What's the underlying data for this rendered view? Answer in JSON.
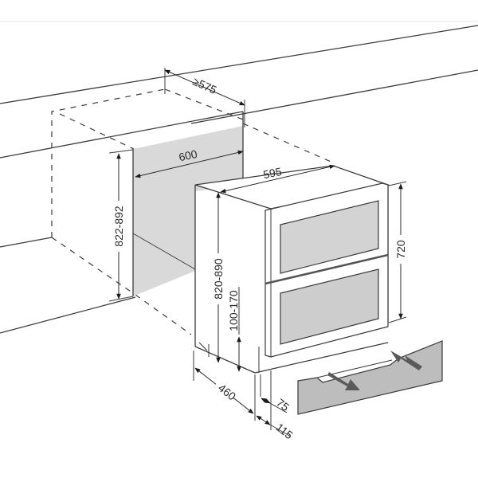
{
  "diagram": {
    "type": "built-in appliance installation dimension drawing",
    "units": "mm",
    "colors": {
      "line": "#3a3a3a",
      "niche_fill": "#d9d9d9",
      "glass_fill": "#cfcfcf",
      "plinth_fill": "#bdbdbd",
      "arrow_fill": "#5a5a5a",
      "background": "#ffffff"
    },
    "dimensions": {
      "niche_depth": "≥575",
      "niche_width": "600",
      "niche_height": "822-892",
      "appliance_width": "595",
      "appliance_height": "720",
      "overall_height": "820-890",
      "plinth_height": "100-170",
      "appliance_depth": "460",
      "plinth_setback": "75",
      "plinth_depth": "115"
    },
    "components": {
      "appliance": "two-drawer appliance (upper and lower glass-front drawers)",
      "plinth": "removable kick-plate / plinth panel",
      "plinth_arrows": "removal/insertion direction arrows"
    }
  }
}
